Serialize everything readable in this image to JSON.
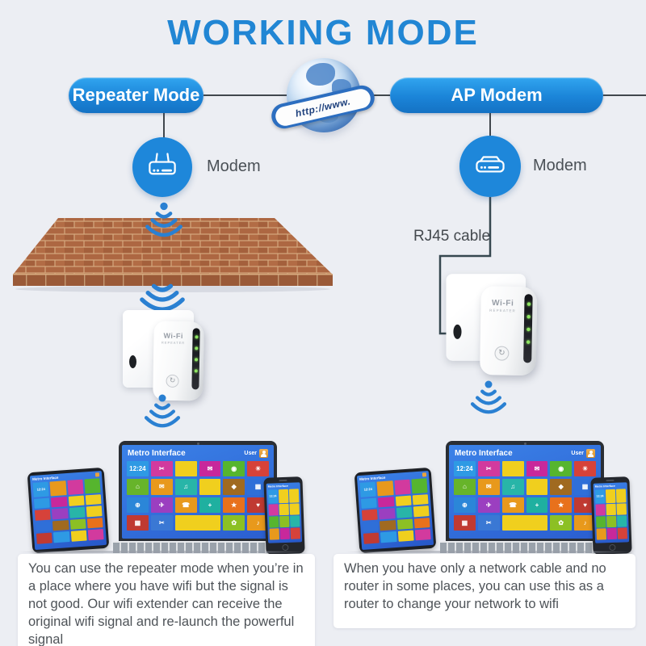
{
  "title": "WORKING MODE",
  "globe": {
    "banner": "http://www."
  },
  "left": {
    "mode_label": "Repeater Mode",
    "modem_label": "Modem",
    "description": "You can use the repeater mode when you’re in a place where you have wifi but the signal is not good. Our wifi extender can receive the original wifi signal and re-launch the powerful signal"
  },
  "right": {
    "mode_label": "AP Modem",
    "modem_label": "Modem",
    "cable_label": "RJ45 cable",
    "description": "When you have only a network cable and no router in some places, you can use this as a router to change your network to wifi"
  },
  "device": {
    "brand_line1": "Wi-Fi",
    "brand_line2": "REPEATER"
  },
  "metro": {
    "header": "Metro Interface",
    "user_label": "User",
    "clock": "12:24",
    "laptop_tiles": [
      {
        "c": "#2e9ae4",
        "g": "12:24"
      },
      {
        "c": "#d23a9e",
        "g": "✂"
      },
      {
        "c": "#f0cf1e",
        "g": ""
      },
      {
        "c": "#c8289b",
        "g": "✉"
      },
      {
        "c": "#56b52e",
        "g": "◉"
      },
      {
        "c": "#d6423a",
        "g": "☀"
      },
      {
        "c": "#67b42a",
        "g": "⌂"
      },
      {
        "c": "#e8991c",
        "g": "✉"
      },
      {
        "c": "#28b5a8",
        "g": "♫"
      },
      {
        "c": "#f0cf1e",
        "g": ""
      },
      {
        "c": "#a06a20",
        "g": "◆"
      },
      {
        "c": "#2f6fd8",
        "g": "▦"
      },
      {
        "c": "#2b86d8",
        "g": "⊕"
      },
      {
        "c": "#9b3fc0",
        "g": "✈"
      },
      {
        "c": "#e8991c",
        "g": "☎"
      },
      {
        "c": "#1fb0a0",
        "g": "+"
      },
      {
        "c": "#e8711c",
        "g": "★"
      },
      {
        "c": "#c03a32",
        "g": "♥"
      },
      {
        "c": "#c03a32",
        "g": "▦"
      },
      {
        "c": "#3a78d4",
        "g": "✂"
      },
      {
        "c": "#f0cf1e",
        "g": "",
        "w": 2
      },
      {
        "c": "#8cc024",
        "g": "✿"
      },
      {
        "c": "#e8991c",
        "g": "♪"
      }
    ],
    "tablet_tiles": [
      {
        "c": "#2e9ae4",
        "g": "12:24"
      },
      {
        "c": "#e8991c",
        "g": ""
      },
      {
        "c": "#d23a9e",
        "g": ""
      },
      {
        "c": "#56b52e",
        "g": ""
      },
      {
        "c": "#2e9ae4",
        "g": ""
      },
      {
        "c": "#c8289b",
        "g": ""
      },
      {
        "c": "#f0cf1e",
        "g": ""
      },
      {
        "c": "#f0cf1e",
        "g": ""
      },
      {
        "c": "#d6423a",
        "g": ""
      },
      {
        "c": "#9b3fc0",
        "g": ""
      },
      {
        "c": "#28b5a8",
        "g": ""
      },
      {
        "c": "#f0cf1e",
        "g": ""
      },
      {
        "c": "#2f6fd8",
        "g": ""
      },
      {
        "c": "#a06a20",
        "g": ""
      },
      {
        "c": "#8cc024",
        "g": ""
      },
      {
        "c": "#e8711c",
        "g": ""
      },
      {
        "c": "#c03a32",
        "g": ""
      },
      {
        "c": "#2e9ae4",
        "g": ""
      },
      {
        "c": "#f0cf1e",
        "g": ""
      },
      {
        "c": "#d23a9e",
        "g": ""
      }
    ],
    "phone_tiles": [
      {
        "c": "#2e9ae4",
        "g": "12:24"
      },
      {
        "c": "#f0cf1e",
        "g": ""
      },
      {
        "c": "#f0cf1e",
        "g": ""
      },
      {
        "c": "#d23a9e",
        "g": ""
      },
      {
        "c": "#f0cf1e",
        "g": ""
      },
      {
        "c": "#f0cf1e",
        "g": ""
      },
      {
        "c": "#56b52e",
        "g": ""
      },
      {
        "c": "#8cc024",
        "g": ""
      },
      {
        "c": "#28b5a8",
        "g": ""
      },
      {
        "c": "#e8991c",
        "g": ""
      },
      {
        "c": "#c8289b",
        "g": ""
      },
      {
        "c": "#d6423a",
        "g": ""
      }
    ]
  },
  "colors": {
    "background": "#eceef3",
    "accent_blue": "#1e87da",
    "title_blue": "#2186d4",
    "wifi_blue": "#2a80d2",
    "brick": "#ad6742",
    "screen_blue": "#2f6fd8",
    "led_green": "#8ee562"
  }
}
